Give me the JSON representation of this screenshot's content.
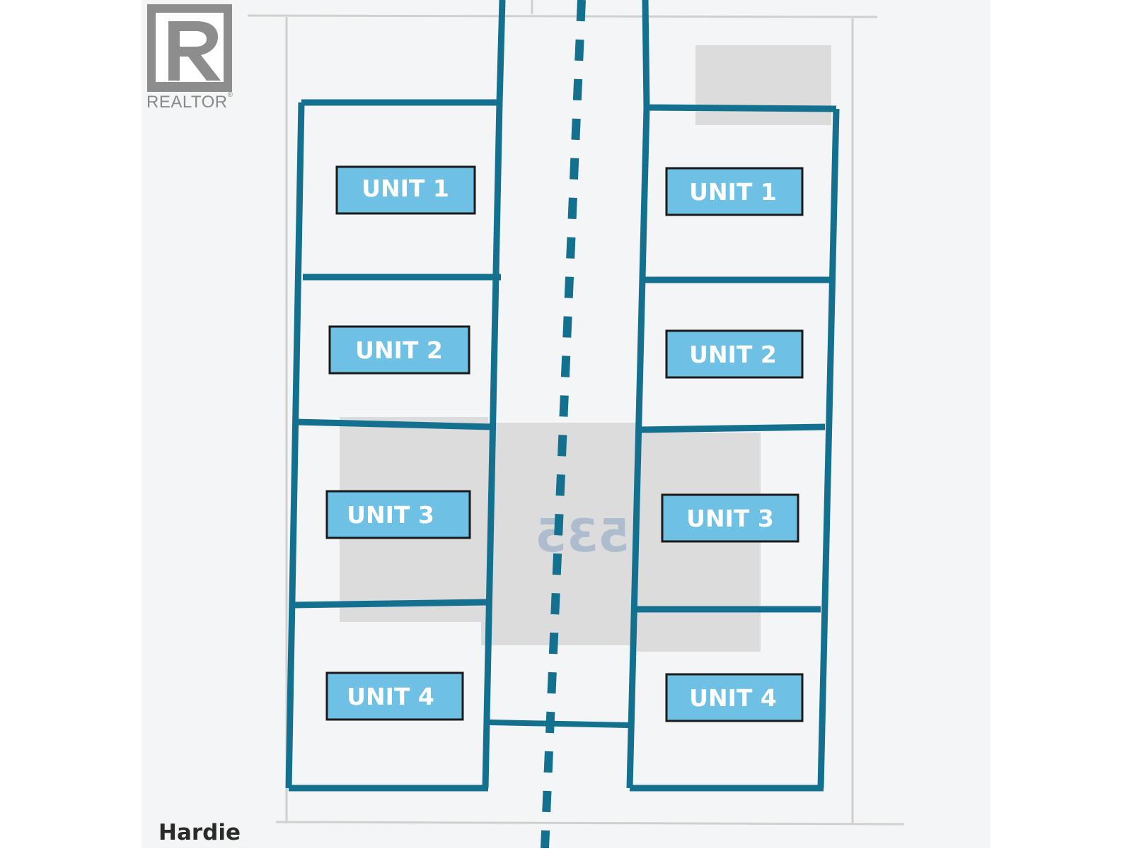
{
  "logo": {
    "letter": "R",
    "word": "REALTOR",
    "mark": "®"
  },
  "street_name": "Hardie",
  "address_number": "535",
  "buildings": {
    "west": {
      "units": [
        "UNIT 1",
        "UNIT 2",
        "UNIT 3",
        "UNIT 4"
      ]
    },
    "east": {
      "units": [
        "UNIT 1",
        "UNIT 2",
        "UNIT 3",
        "UNIT 4"
      ]
    }
  },
  "colors": {
    "outline": "#13708e",
    "label_fill": "#6ec1e4",
    "label_border": "#1a1a1a",
    "label_text": "#ffffff",
    "lot_background": "#f2f3f4",
    "building_shadow": "#dcdcdc"
  }
}
